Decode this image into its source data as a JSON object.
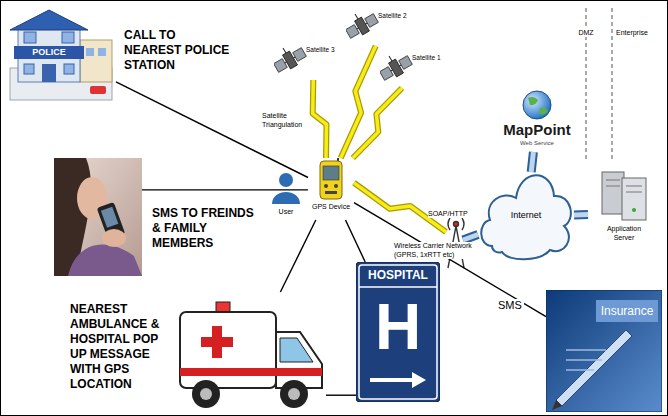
{
  "diagram": {
    "nodes": [
      {
        "text": [
          "POLICE",
          "CALL TO NEAREST POLICE STATION"
        ]
      },
      {
        "text": [
          "Satellite 3"
        ]
      },
      {
        "text": [
          "Satellite 2"
        ]
      },
      {
        "text": [
          "Satellite 1"
        ]
      },
      {
        "text": [
          "MapPoint",
          "Web Service"
        ]
      },
      {
        "text": [
          "SMS TO FREINDS & FAMILY MEMBERS"
        ]
      },
      {
        "text": [
          "User"
        ]
      },
      {
        "text": [
          "GPS Device"
        ]
      },
      {
        "text": [
          "Internet"
        ]
      },
      {
        "text": [
          "Application Server"
        ]
      },
      {
        "text": [
          "NEAREST AMBULANCE & HOSPITAL POP UP MESSAGE WITH GPS LOCATION"
        ]
      },
      {
        "text": [
          "HOSPITAL",
          "H"
        ]
      },
      {
        "text": [
          "Insurance"
        ]
      }
    ],
    "edges": [
      {
        "from": 7,
        "to": 0,
        "arrow": "none"
      },
      {
        "from": 1,
        "to": 7,
        "arrow": "none"
      },
      {
        "from": 2,
        "to": 7,
        "arrow": "none"
      },
      {
        "from": 3,
        "to": 7,
        "arrow": "none"
      },
      {
        "from": 5,
        "to": 7,
        "arrow": "none"
      },
      {
        "from": 7,
        "to": 8,
        "arrow": "none"
      },
      {
        "from": 8,
        "to": 4,
        "arrow": "none"
      },
      {
        "from": 8,
        "to": 9,
        "arrow": "none"
      },
      {
        "from": 7,
        "to": 10,
        "arrow": "none"
      },
      {
        "from": 7,
        "to": 11,
        "arrow": "none"
      },
      {
        "from": 10,
        "to": 11,
        "arrow": "none"
      },
      {
        "from": 7,
        "to": 12,
        "label": "SMS",
        "arrow": "none"
      }
    ],
    "labels": [
      "Satellite Triangulation",
      "SOAP/HTTP",
      "Wireless Carrier Network (GPRS, 1xRTT etc)",
      "DMZ",
      "Enterprise"
    ]
  }
}
